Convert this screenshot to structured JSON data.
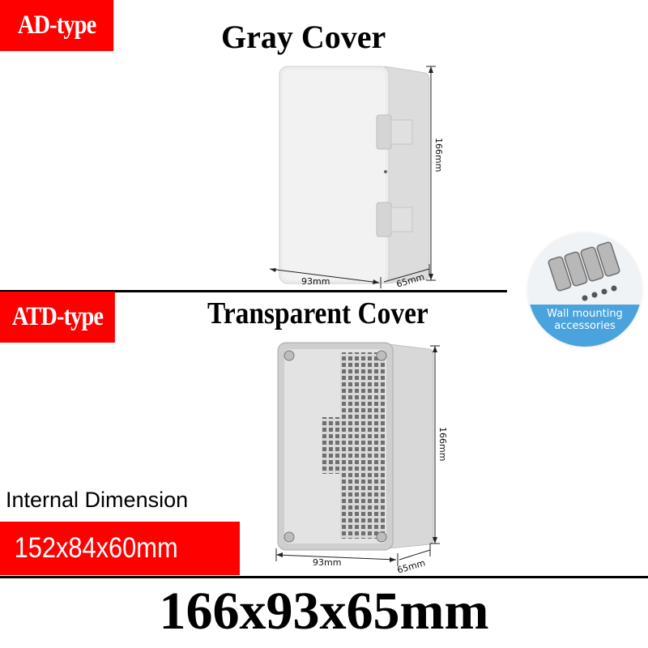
{
  "sections": {
    "ad": {
      "badge": "AD-type",
      "title": "Gray Cover",
      "dims": {
        "height": "166mm",
        "width": "93mm",
        "depth": "65mm"
      }
    },
    "atd": {
      "badge": "ATD-type",
      "title": "Transparent Cover",
      "dims": {
        "height": "166mm",
        "width": "93mm",
        "depth": "65mm"
      }
    }
  },
  "accessories": {
    "line1": "Wall mounting",
    "line2": "accessories",
    "icon": "wall-mount-bracket-icon"
  },
  "internal": {
    "label": "Internal Dimension",
    "value": "152x84x60mm"
  },
  "overall": {
    "value": "166x93x65mm"
  },
  "colors": {
    "badge_red": "#fe0000",
    "accent_blue": "#4aa3dc",
    "box_gray": "#e9e9e9"
  }
}
